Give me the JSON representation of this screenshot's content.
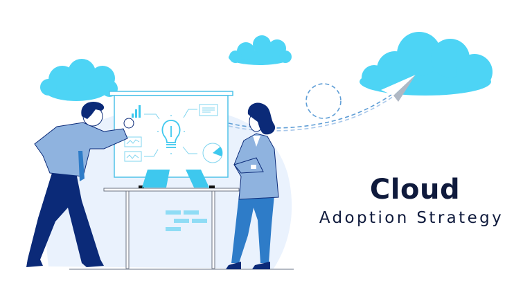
{
  "slide": {
    "title": "Cloud",
    "subtitle": "Adoption Strategy"
  },
  "illustration": {
    "scene": "two-people-presenting-at-whiteboard",
    "whiteboard_icons": [
      "bar-chart-icon",
      "line-chart-icon",
      "wave-chart-icon",
      "lightbulb-icon",
      "document-lines-icon",
      "pie-chart-icon"
    ],
    "decor": [
      "cloud-left",
      "cloud-middle",
      "cloud-right",
      "paper-plane",
      "dashed-flight-path",
      "brick-pattern"
    ]
  },
  "colors": {
    "cloud": "#4dd4f5",
    "navy": "#0b2a78",
    "shirt": "#8fb3df",
    "jeans": "#2e7cc8",
    "backdrop": "#eaf2fd",
    "title": "#0f1a3c",
    "accent": "#3ec8ee"
  }
}
